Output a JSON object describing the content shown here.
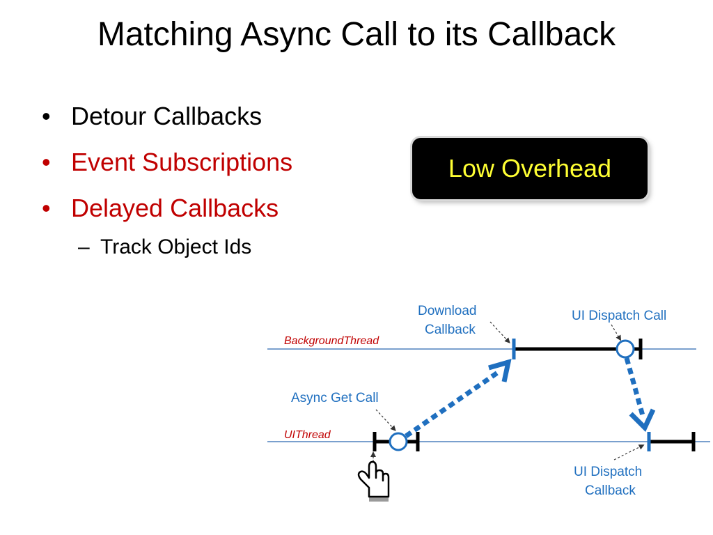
{
  "title": "Matching Async Call to its Callback",
  "bullets": [
    {
      "text": "Detour Callbacks",
      "color": "#000000",
      "marker": "•"
    },
    {
      "text": "Event Subscriptions",
      "color": "#c00000",
      "marker": "•"
    },
    {
      "text": "Delayed Callbacks",
      "color": "#c00000",
      "marker": "•"
    },
    {
      "text": "Track Object Ids",
      "color": "#000000",
      "marker": "–",
      "level": 2
    }
  ],
  "badge": {
    "text": "Low Overhead",
    "background": "#000000",
    "text_color": "#ffff33"
  },
  "diagram": {
    "threads": {
      "background": "BackgroundThread",
      "ui": "UIThread"
    },
    "labels": {
      "download_callback": [
        "Download",
        "Callback"
      ],
      "ui_dispatch_call": "UI Dispatch Call",
      "async_get_call": "Async Get Call",
      "ui_dispatch_callback": [
        "UI Dispatch",
        "Callback"
      ]
    },
    "icons": {
      "pointer": "hand-pointer-icon"
    },
    "colors": {
      "thread_line": "#4f81bd",
      "flow_arrow": "#1f6fbf",
      "label": "#1f6fbf",
      "thread_label": "#c00000"
    }
  }
}
